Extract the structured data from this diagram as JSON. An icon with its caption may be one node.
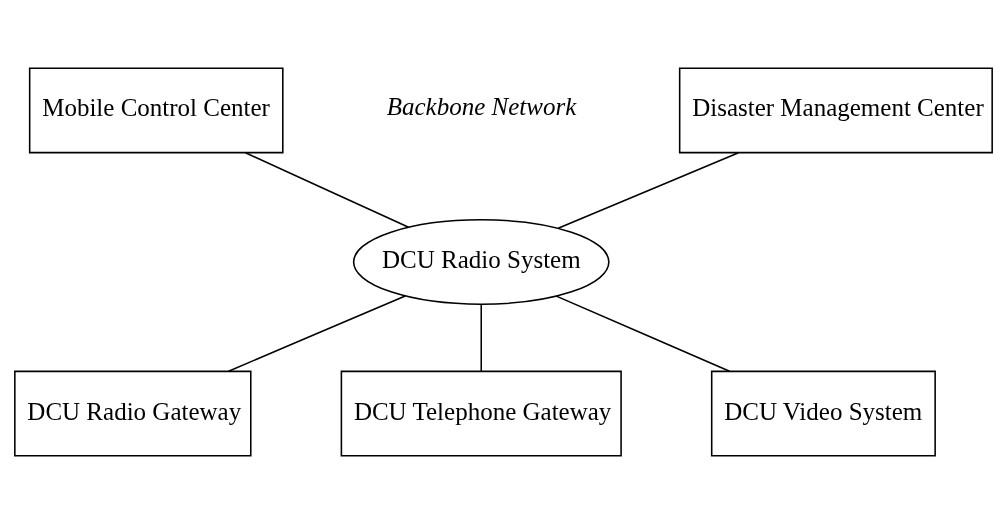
{
  "diagram": {
    "nodes": [
      {
        "text": [
          "Mobile Control Center"
        ]
      },
      {
        "text": [
          "Disaster Management Center"
        ]
      },
      {
        "text": [
          "DCU Radio System"
        ]
      },
      {
        "text": [
          "DCU Radio Gateway"
        ]
      },
      {
        "text": [
          "DCU Telephone Gateway"
        ]
      },
      {
        "text": [
          "DCU Video System"
        ]
      }
    ],
    "edges": [
      {
        "from": 0,
        "to": 2,
        "arrow": "none"
      },
      {
        "from": 1,
        "to": 2,
        "arrow": "none"
      },
      {
        "from": 2,
        "to": 3,
        "arrow": "none"
      },
      {
        "from": 2,
        "to": 4,
        "arrow": "none"
      },
      {
        "from": 2,
        "to": 5,
        "arrow": "none"
      }
    ],
    "labels": [
      "Backbone Network"
    ]
  }
}
